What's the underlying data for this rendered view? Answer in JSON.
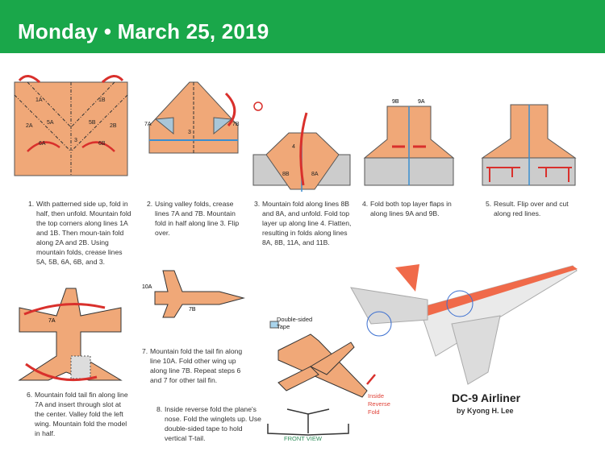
{
  "header": {
    "title": "Monday • March 25, 2019"
  },
  "colors": {
    "header": "#1aa74a",
    "paper": "#f0a878",
    "fold_arrow": "#d9302c",
    "line_blue": "#3a8ed0"
  },
  "steps": [
    {
      "number": "1.",
      "text": "With patterned side up, fold in half, then unfold. Mountain fold the top corners along lines 1A and 1B. Then moun-tain fold along 2A and 2B. Using mountain folds, crease lines 5A, 5B, 6A, 6B, and 3."
    },
    {
      "number": "2.",
      "text": "Using valley folds, crease lines 7A and 7B. Mountain fold in half along line 3. Flip over."
    },
    {
      "number": "3.",
      "text": "Mountain fold along lines 8B and 8A, and unfold. Fold top layer up along line 4. Flatten, resulting in folds along lines 8A, 8B, 11A, and 11B."
    },
    {
      "number": "4.",
      "text": "Fold both top layer flaps in along lines 9A and 9B."
    },
    {
      "number": "5.",
      "text": "Result. Flip over and cut along red lines."
    },
    {
      "number": "6.",
      "text": "Mountain fold tail fin along line 7A and insert through slot at the center. Valley fold the left wing. Mountain fold the model in half."
    },
    {
      "number": "7.",
      "text": "Mountain fold the tail fin along line 10A. Fold other wing up along line 7B. Repeat steps 6 and 7 for other tail fin."
    },
    {
      "number": "8.",
      "text": "Inside reverse fold the plane's nose. Fold the winglets up. Use double-sided tape to hold vertical T-tail."
    }
  ],
  "diagram_labels": {
    "s1": [
      "1A",
      "1B",
      "2A",
      "2B",
      "5A",
      "5B",
      "6A",
      "6B",
      "3"
    ],
    "s2": [
      "7A",
      "7B",
      "3"
    ],
    "s3": [
      "4",
      "8B",
      "8A"
    ],
    "s4": [
      "9B",
      "9A"
    ],
    "s6": [
      "7A"
    ],
    "s7": [
      "10A",
      "7B"
    ],
    "s8": {
      "tape": "Double-sided Tape",
      "reverse": "Inside Reverse Fold",
      "front": "FRONT VIEW"
    }
  },
  "model": {
    "title": "DC-9 Airliner",
    "author": "by Kyong H. Lee"
  }
}
